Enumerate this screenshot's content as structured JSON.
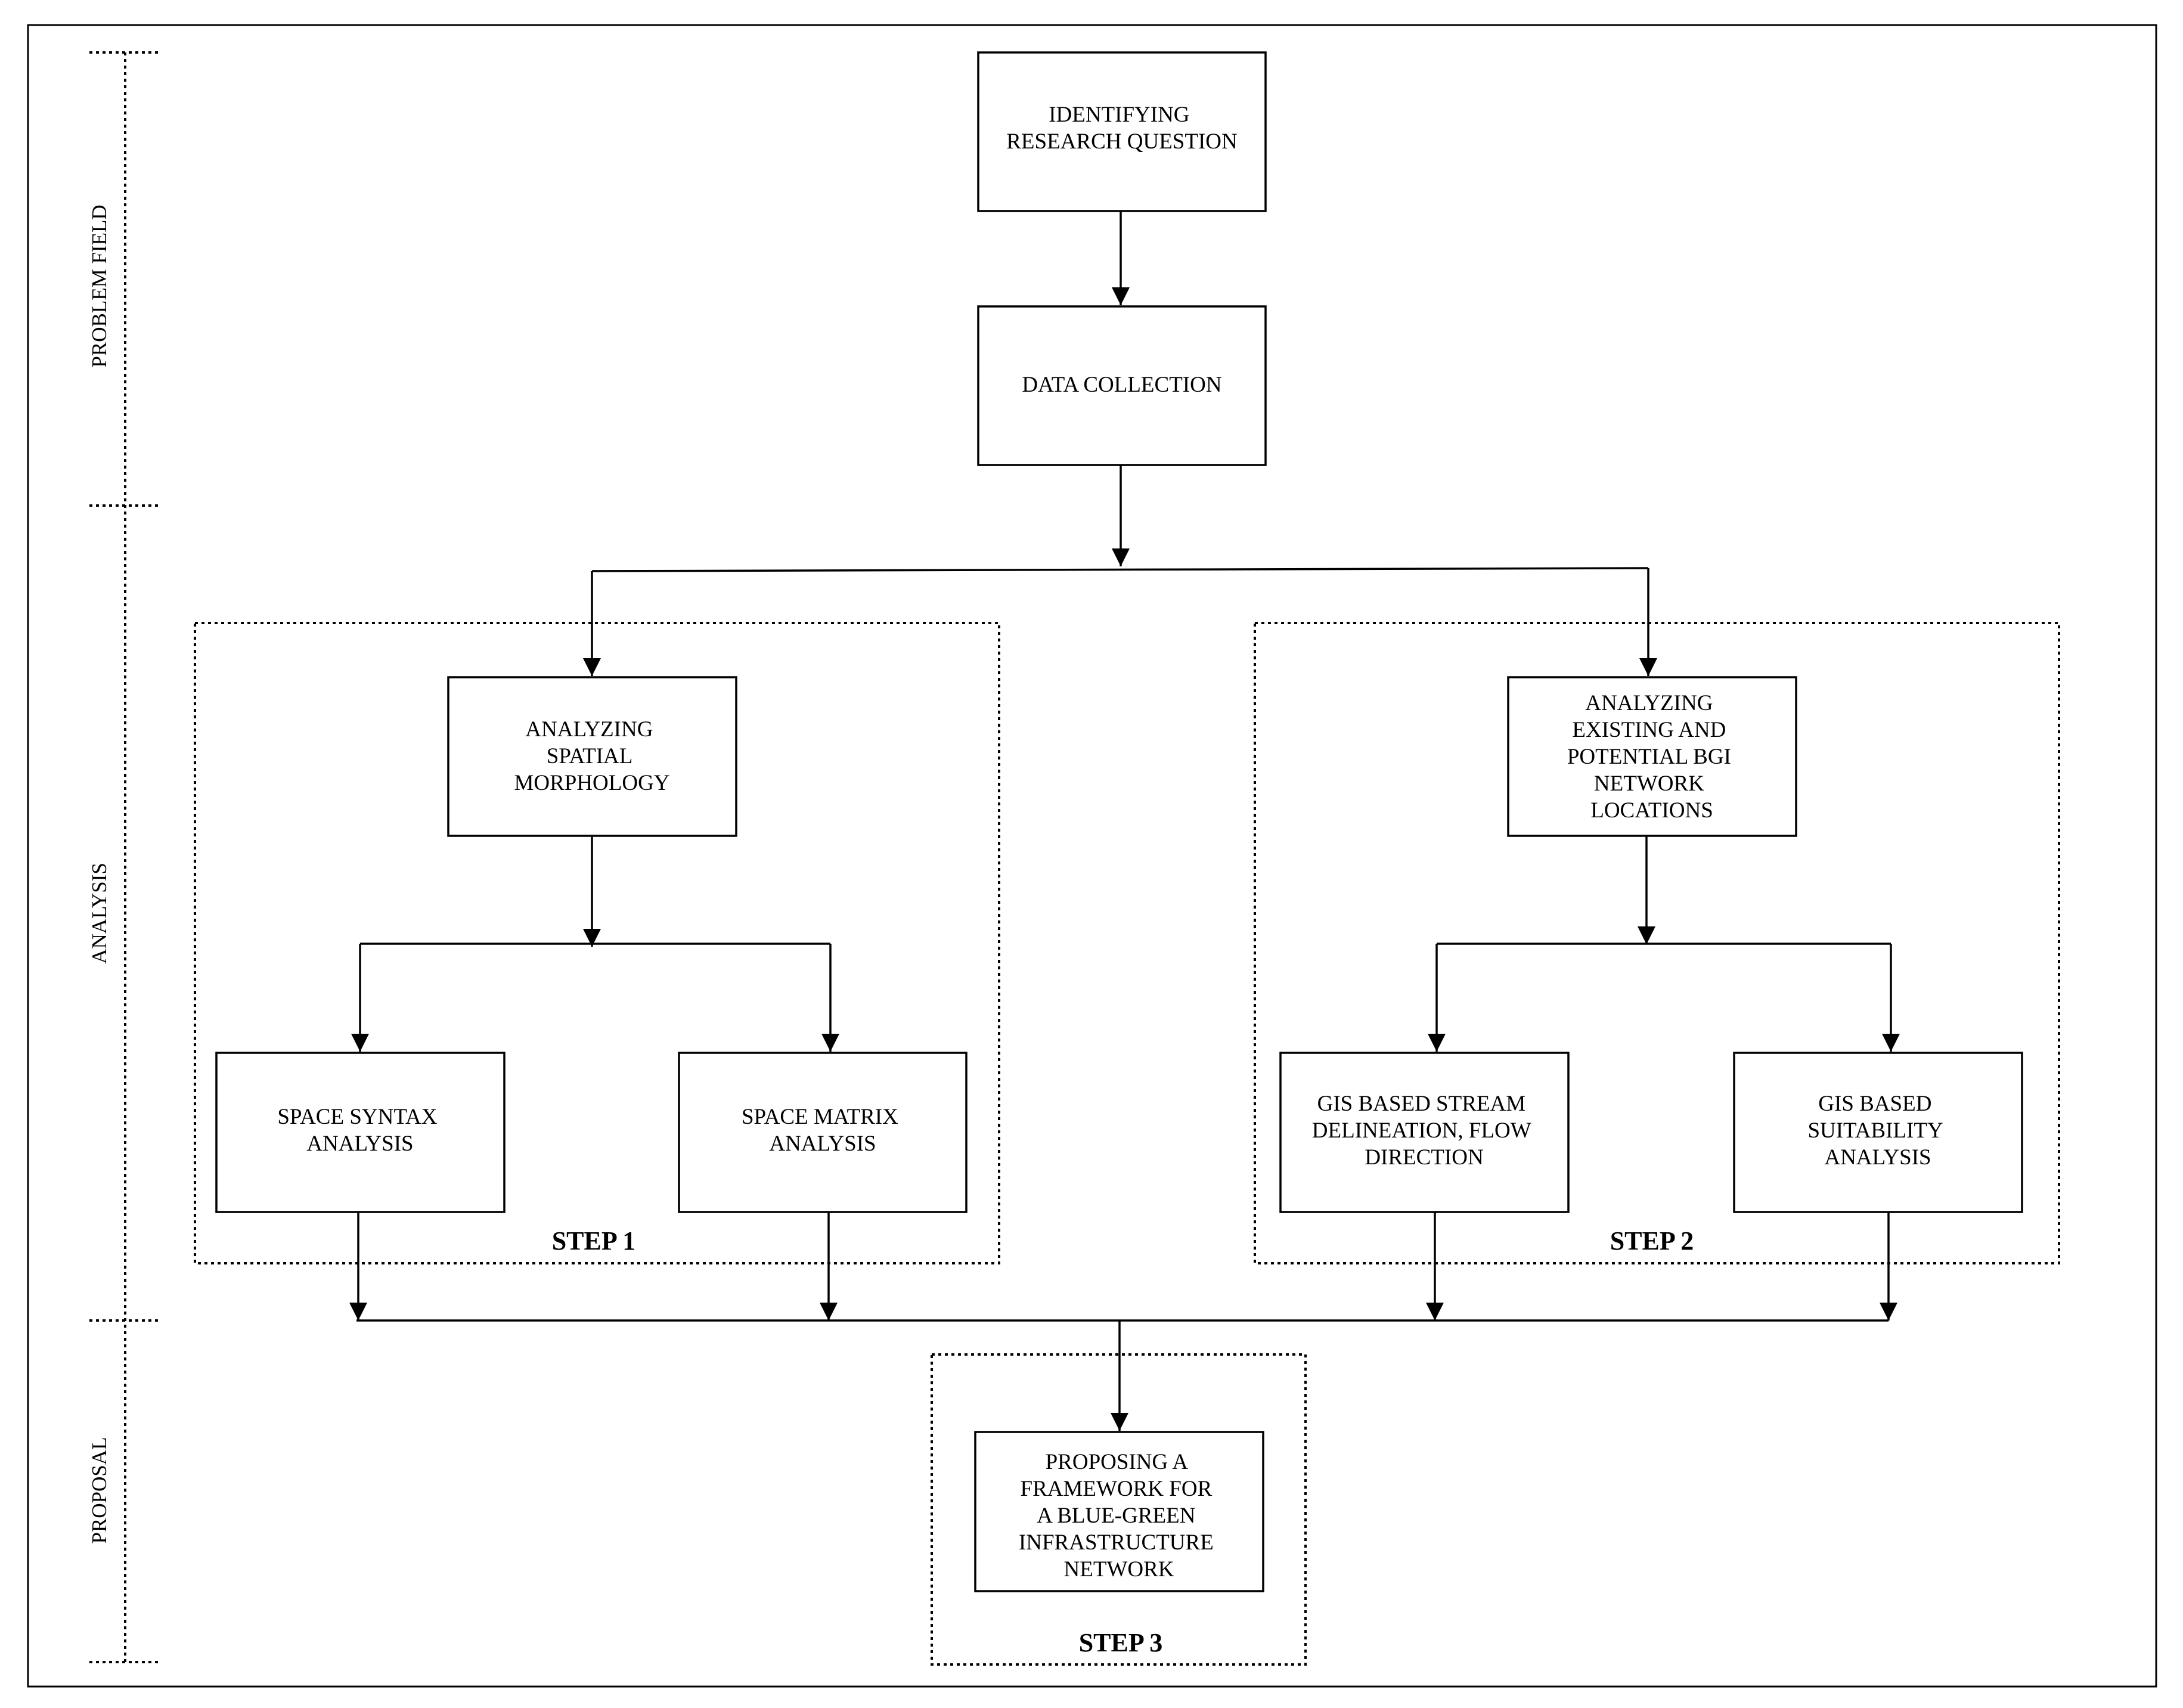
{
  "phases": {
    "problem_field": "PROBLEM FIELD",
    "analysis": "ANALYSIS",
    "proposal": "PROPOSAL"
  },
  "boxes": {
    "research_question": [
      "IDENTIFYING",
      "RESEARCH QUESTION"
    ],
    "data_collection": [
      "DATA COLLECTION"
    ],
    "spatial_morphology": [
      "ANALYZING",
      "SPATIAL",
      "MORPHOLOGY"
    ],
    "bgi_locations": [
      "ANALYZING",
      "EXISTING AND",
      "POTENTIAL BGI",
      "NETWORK",
      "LOCATIONS"
    ],
    "space_syntax": [
      "SPACE SYNTAX",
      "ANALYSIS"
    ],
    "space_matrix": [
      "SPACE MATRIX",
      "ANALYSIS"
    ],
    "gis_stream": [
      "GIS BASED STREAM",
      "DELINEATION, FLOW",
      "DIRECTION"
    ],
    "gis_suitability": [
      "GIS BASED",
      "SUITABILITY",
      "ANALYSIS"
    ],
    "framework": [
      "PROPOSING A",
      "FRAMEWORK FOR",
      "A BLUE-GREEN",
      "INFRASTRUCTURE",
      "NETWORK"
    ]
  },
  "steps": {
    "step1": "STEP 1",
    "step2": "STEP 2",
    "step3": "STEP 3"
  }
}
